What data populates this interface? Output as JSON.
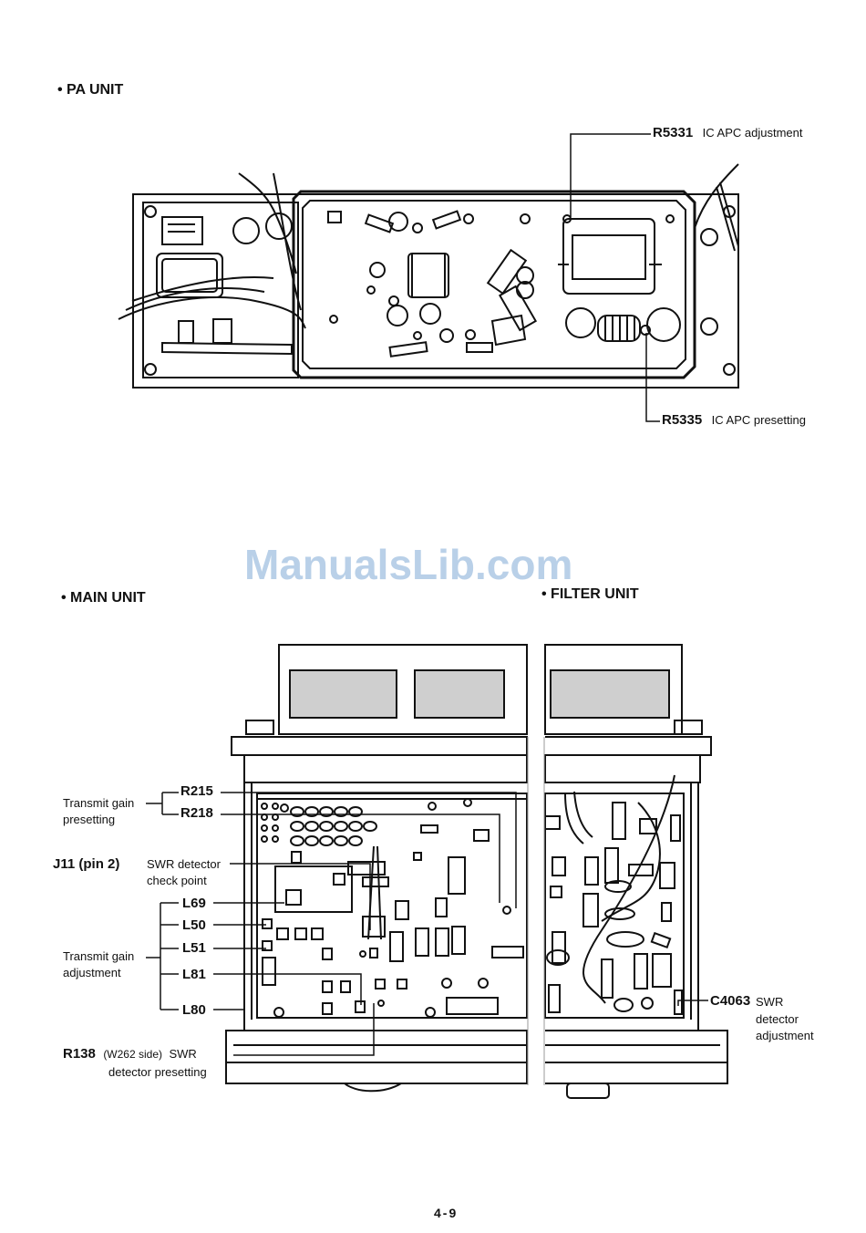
{
  "pa_section": {
    "title": "• PA UNIT",
    "callouts": [
      {
        "ref": "R5331",
        "desc": "IC APC adjustment"
      },
      {
        "ref": "R5335",
        "desc": "IC APC presetting"
      }
    ]
  },
  "watermark": "ManualsLib.com",
  "main_section": {
    "title": "• MAIN UNIT",
    "callouts": {
      "r215": "R215",
      "r218": "R218",
      "gain_preset_label": [
        "Transmit gain",
        "presetting"
      ],
      "j11_ref": "J11 (pin 2)",
      "j11_desc": [
        "SWR detector",
        "check point"
      ],
      "l69": "L69",
      "l50": "L50",
      "l51": "L51",
      "l81": "L81",
      "l80": "L80",
      "gain_adjust_label": [
        "Transmit gain",
        "adjustment"
      ],
      "r138_ref": "R138",
      "r138_note": "(W262 side)",
      "r138_desc": [
        "SWR",
        "detector presetting"
      ]
    }
  },
  "filter_section": {
    "title": "• FILTER UNIT",
    "callout": {
      "ref": "C4063",
      "desc": [
        "SWR",
        "detector",
        "adjustment"
      ]
    }
  },
  "page_number": "4-9"
}
